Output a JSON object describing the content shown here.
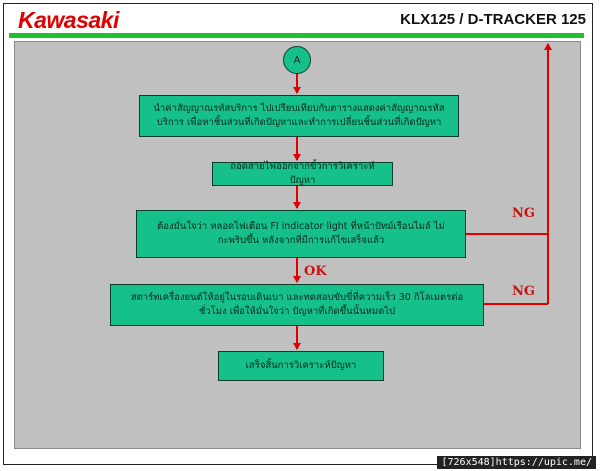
{
  "header": {
    "brand": "Kawasaki",
    "model": "KLX125 / D-TRACKER 125"
  },
  "flowchart": {
    "connector": "A",
    "steps": [
      "นำค่าสัญญาณรหัสบริการ ไปเปรียบเทียบกับตารางแสดงค่าสัญญาณรหัสบริการ เพื่อหาชิ้นส่วนที่เกิดปัญหาและทำการเปลี่ยนชิ้นส่วนที่เกิดปัญหา",
      "ถอดสายไฟออกจากขั้วการวิเคราะห์ปัญหา",
      "ต้องมั่นใจว่า หลอดไฟเตือน FI indicator light ที่หน้าปัทม์เรือนไมล์ ไม่กะพริบขึ้น หลังจากที่มีการแก้ไขเสร็จแล้ว",
      "สตาร์ทเครื่องยนต์ให้อยู่ในรอบเดินเบา และทดสอบขับขี่ที่ความเร็ว 30 กิโลเมตรต่อชั่วโมง เพื่อให้มั่นใจว่า ปัญหาที่เกิดขึ้นนั้นหมดไป",
      "เสร็จสิ้นการวิเคราะห์ปัญหา"
    ],
    "labels": {
      "ng_1": "NG",
      "ok": "OK",
      "ng_2": "NG"
    },
    "colors": {
      "box_fill": "#15c08a",
      "arrow": "#e00000",
      "background": "#c0c0c0"
    }
  },
  "footer": {
    "watermark": "[726x548]https://upic.me/"
  }
}
